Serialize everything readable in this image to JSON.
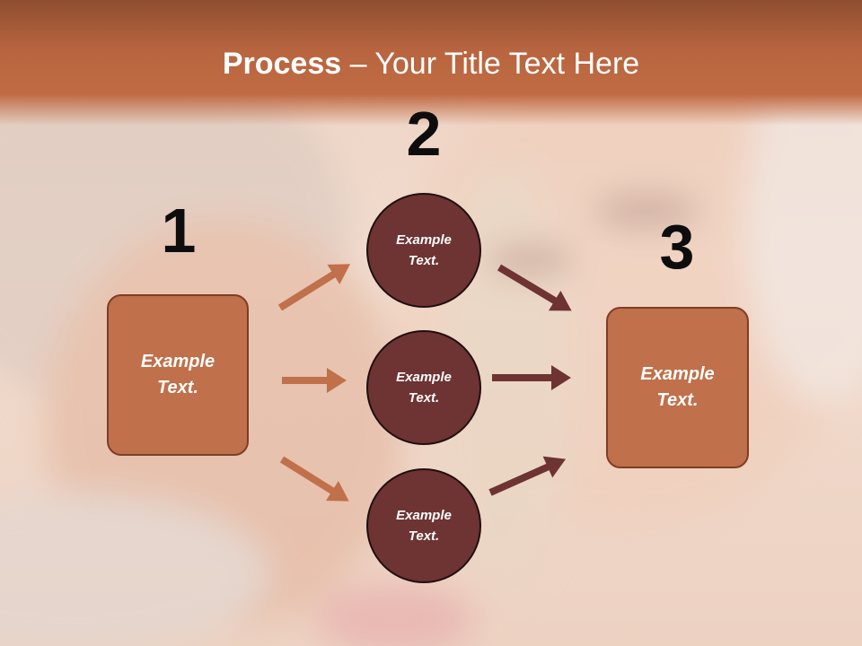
{
  "slide": {
    "title_bold": "Process",
    "title_rest": " – Your Title Text Here",
    "colors": {
      "header": "#b8653f",
      "box_fill": "#c0704a",
      "circle_fill": "#6e3333",
      "left_arrow": "#c0704a",
      "right_arrow": "#6e3333"
    }
  },
  "steps": {
    "one": {
      "number": "1",
      "text": "Example Text."
    },
    "two": {
      "number": "2",
      "circles": [
        {
          "text": "Example Text."
        },
        {
          "text": "Example Text."
        },
        {
          "text": "Example Text."
        }
      ]
    },
    "three": {
      "number": "3",
      "text": "Example Text."
    }
  }
}
